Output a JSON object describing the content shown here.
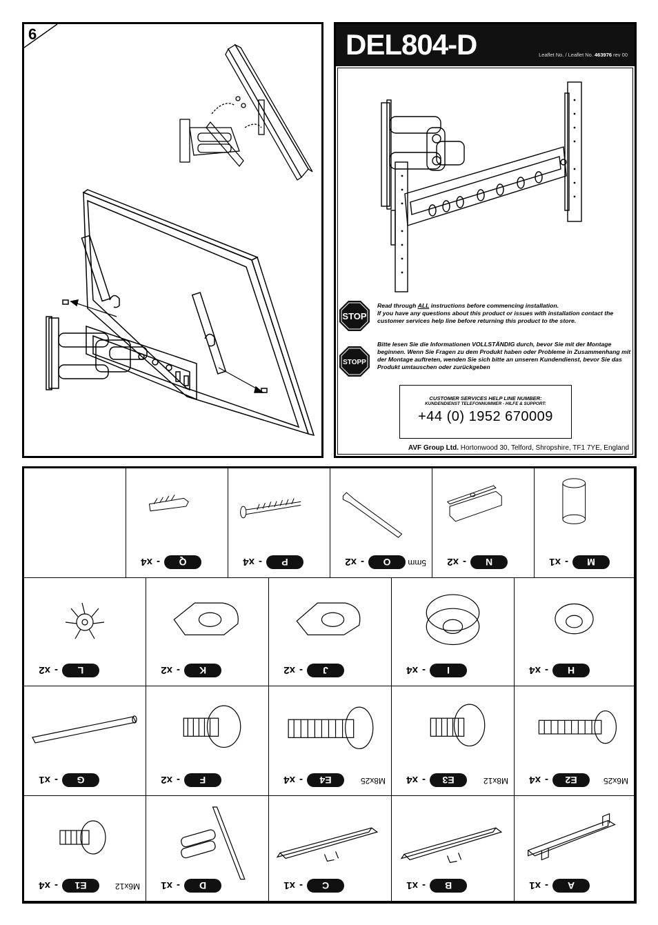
{
  "step": {
    "number": "6"
  },
  "cover": {
    "product_code": "DEL804-D",
    "leaflet_prefix": "Leaflet No. / Leaflet No.",
    "leaflet_number": "463976",
    "leaflet_rev": "rev 00",
    "stop_sign": "STOP",
    "stopp_sign": "STOPP",
    "warning_en_1": "Read through ",
    "warning_en_all": "ALL",
    "warning_en_2": " instructions before commencing installation.",
    "warning_en_3": "If you have any questions about this product or issues with installation contact the customer services help line before returning this product to the store.",
    "warning_de": "Bitte lesen Sie die Informationen VOLLSTÄNDIG durch, bevor Sie mit der Montage beginnen.  Wenn Sie Fragen zu dem Produkt haben oder Probleme in Zusammenhang mit der Montage auftreten, wenden Sie sich bitte an unseren Kundendienst, bevor Sie das Produkt umtauschen oder zurückgeben",
    "helpline_title_en": "CUSTOMER SERVICES HELP LINE NUMBER:",
    "helpline_title_de": "KUNDENDIENST TELEFONNUMMER - HILFE & SUPPORT:",
    "helpline_phone": "+44 (0) 1952 670009",
    "company": "AVF Group Ltd.",
    "address": "Hortonwood 30, Telford, Shropshire, TF1 7YE, England"
  },
  "parts": [
    {
      "letter": "Q",
      "qty": "x4",
      "spec": ""
    },
    {
      "letter": "P",
      "qty": "x4",
      "spec": ""
    },
    {
      "letter": "O",
      "qty": "x2",
      "spec": "5mm"
    },
    {
      "letter": "N",
      "qty": "x2",
      "spec": ""
    },
    {
      "letter": "M",
      "qty": "x1",
      "spec": ""
    },
    {
      "letter": "L",
      "qty": "x2",
      "spec": ""
    },
    {
      "letter": "K",
      "qty": "x2",
      "spec": ""
    },
    {
      "letter": "J",
      "qty": "x2",
      "spec": ""
    },
    {
      "letter": "I",
      "qty": "x4",
      "spec": ""
    },
    {
      "letter": "H",
      "qty": "x4",
      "spec": ""
    },
    {
      "letter": "G",
      "qty": "x1",
      "spec": ""
    },
    {
      "letter": "F",
      "qty": "x2",
      "spec": ""
    },
    {
      "letter": "E4",
      "qty": "x4",
      "spec": "M8x25"
    },
    {
      "letter": "E3",
      "qty": "x4",
      "spec": "M8x12"
    },
    {
      "letter": "E2",
      "qty": "x4",
      "spec": "M6x25"
    },
    {
      "letter": "E1",
      "qty": "x4",
      "spec": "M6x12"
    },
    {
      "letter": "D",
      "qty": "x1",
      "spec": ""
    },
    {
      "letter": "C",
      "qty": "x1",
      "spec": ""
    },
    {
      "letter": "B",
      "qty": "x1",
      "spec": ""
    },
    {
      "letter": "A",
      "qty": "x1",
      "spec": ""
    }
  ]
}
